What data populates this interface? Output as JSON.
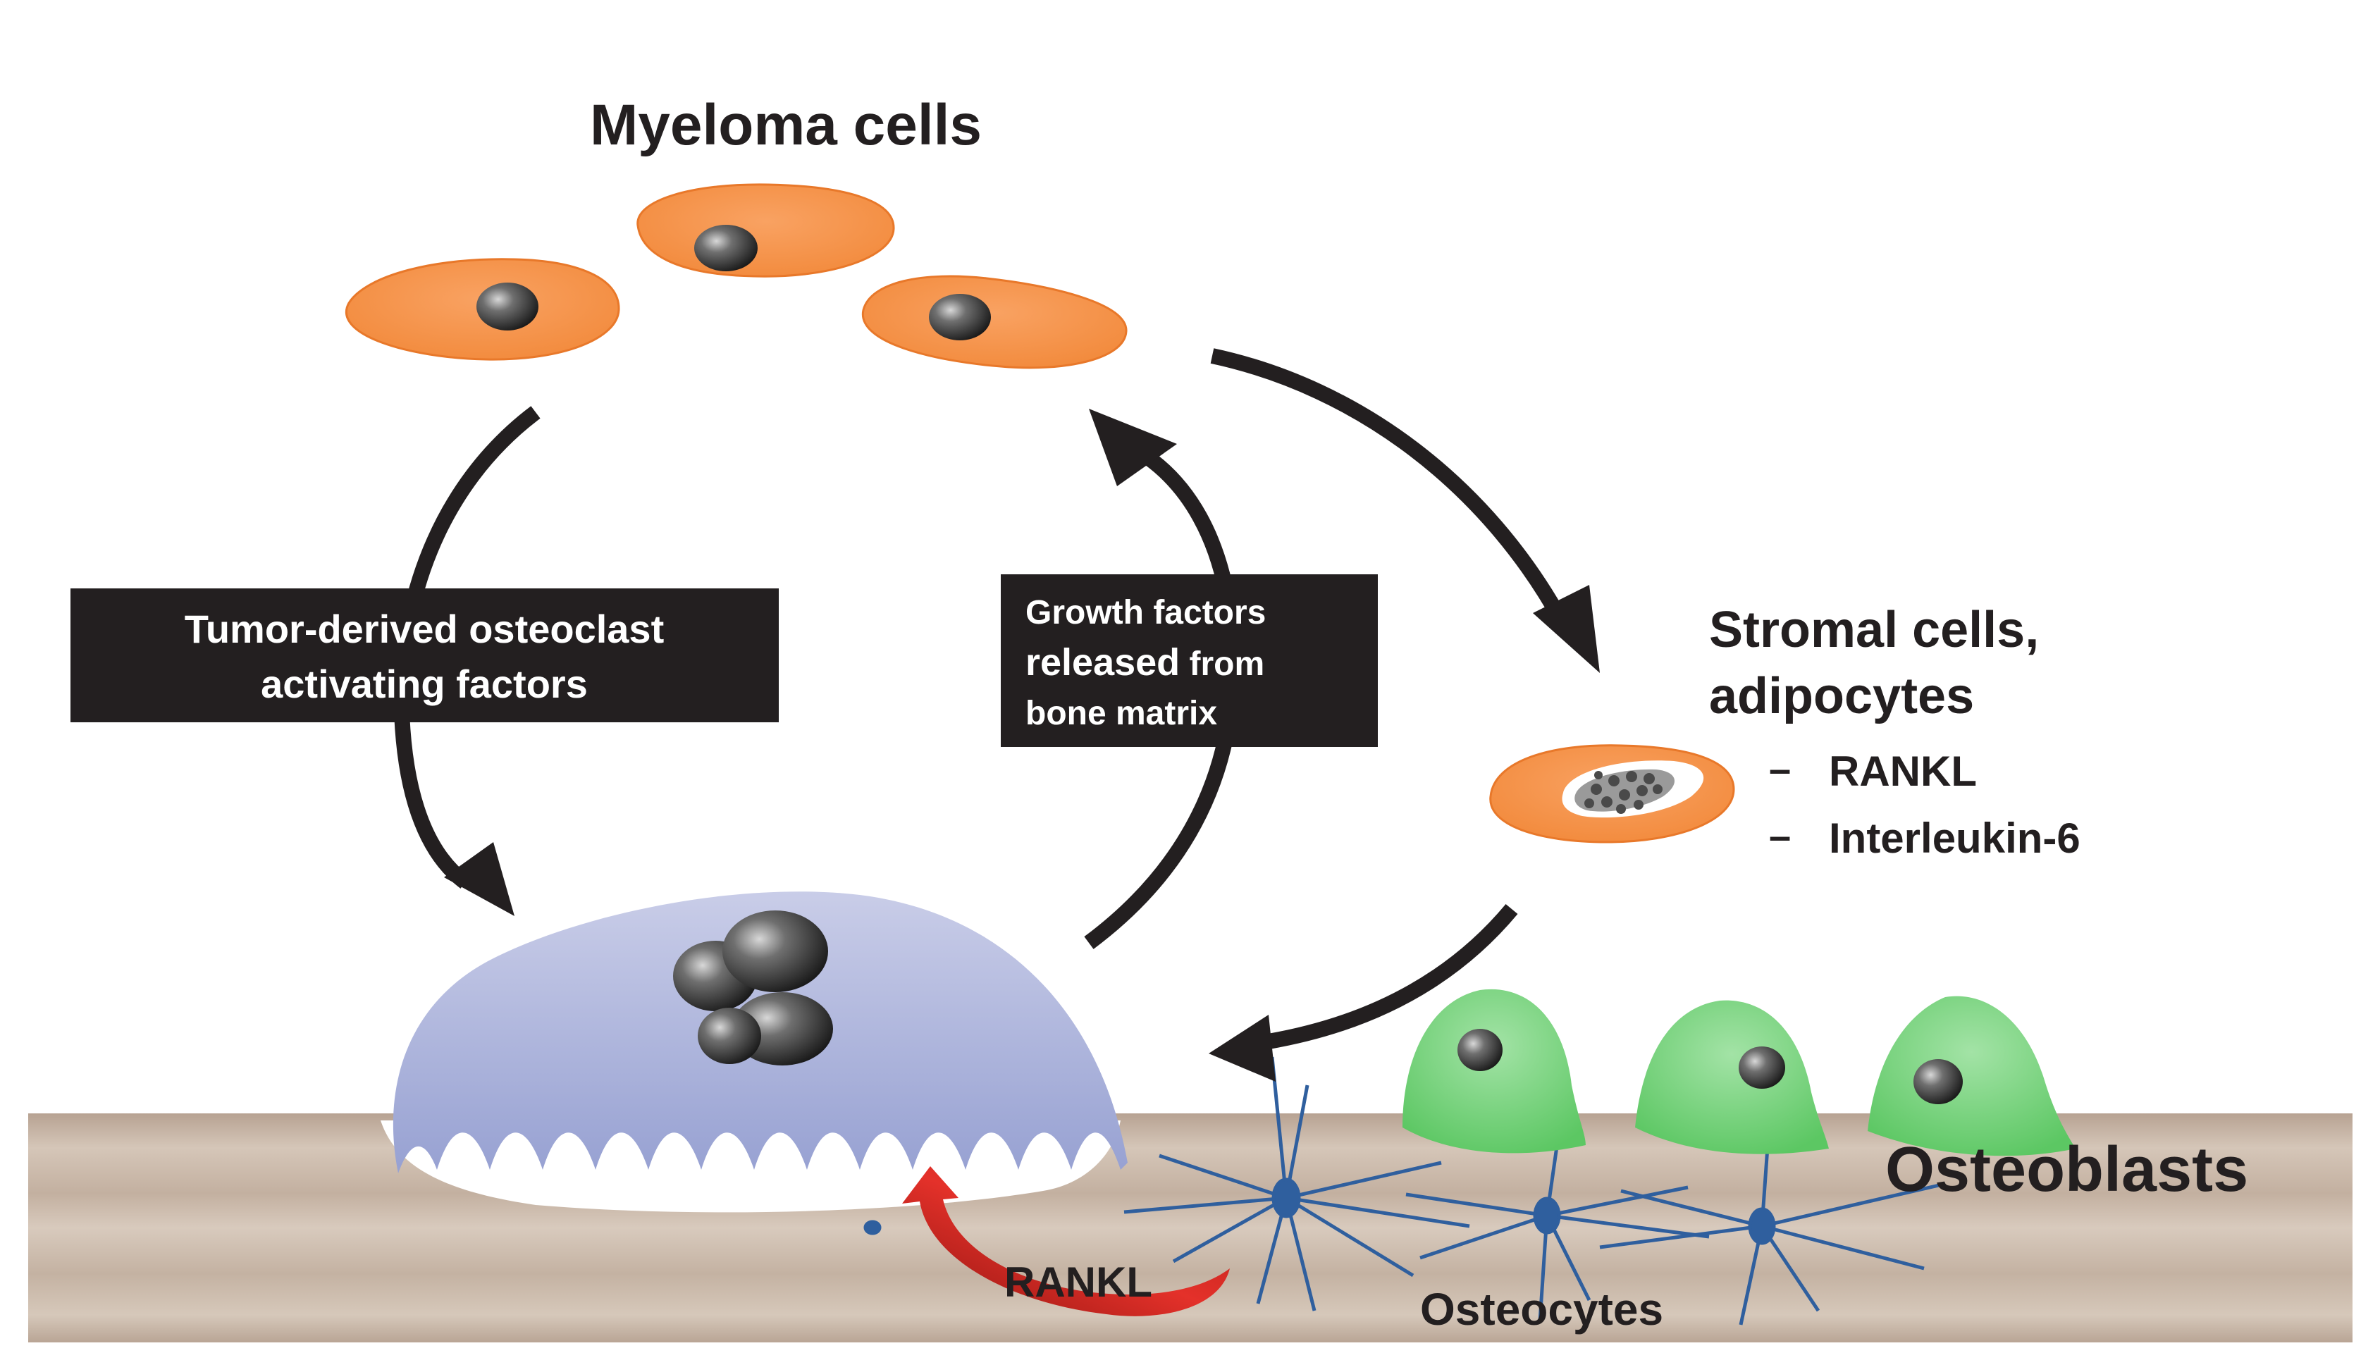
{
  "labels": {
    "myeloma_cells": "Myeloma cells",
    "stromal_line1": "Stromal cells,",
    "stromal_line2": "adipocytes",
    "factor_rankl": "RANKL",
    "factor_il6": "Interleukin-6",
    "dash": "–",
    "osteoblasts": "Osteoblasts",
    "osteocytes": "Osteocytes",
    "rankl_arrow": "RANKL"
  },
  "boxes": {
    "tumor_line1": "Tumor-derived osteoclast",
    "tumor_line2": "activating factors",
    "growth_line1": "Growth factors",
    "growth_line2a": "released",
    "growth_line2b": " from",
    "growth_line3": "bone matrix"
  },
  "colors": {
    "myeloma_cell": "#f7944a",
    "myeloma_cell_edge": "#e97a2c",
    "osteoclast": "#a3acd6",
    "osteoblast": "#6ccf73",
    "osteocyte": "#2f5f9e",
    "bone": "#c8b6a6",
    "arrow": "#231f20",
    "rankl_arrow": "#d8261f",
    "box_fill": "#231f20"
  }
}
